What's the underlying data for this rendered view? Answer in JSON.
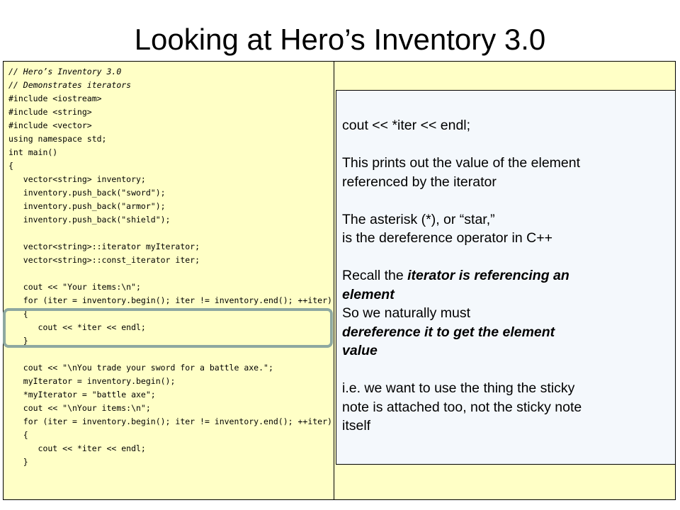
{
  "slide": {
    "title": "Looking at Hero’s Inventory 3.0"
  },
  "code": {
    "lines": [
      {
        "text": "// Hero’s Inventory 3.0",
        "comment": true
      },
      {
        "text": "// Demonstrates iterators",
        "comment": true
      },
      {
        "text": "#include <iostream>"
      },
      {
        "text": "#include <string>"
      },
      {
        "text": "#include <vector>"
      },
      {
        "text": "using namespace std;"
      },
      {
        "text": "int main()"
      },
      {
        "text": "{"
      },
      {
        "text": "   vector<string> inventory;"
      },
      {
        "text": "   inventory.push_back(\"sword\");"
      },
      {
        "text": "   inventory.push_back(\"armor\");"
      },
      {
        "text": "   inventory.push_back(\"shield\");"
      },
      {
        "text": ""
      },
      {
        "text": "   vector<string>::iterator myIterator;"
      },
      {
        "text": "   vector<string>::const_iterator iter;"
      },
      {
        "text": ""
      },
      {
        "text": "   cout << \"Your items:\\n\";"
      },
      {
        "text": "   for (iter = inventory.begin(); iter != inventory.end(); ++iter)"
      },
      {
        "text": "   {"
      },
      {
        "text": "      cout << *iter << endl;"
      },
      {
        "text": "   }"
      },
      {
        "text": ""
      },
      {
        "text": "   cout << \"\\nYou trade your sword for a battle axe.\";"
      },
      {
        "text": "   myIterator = inventory.begin();"
      },
      {
        "text": "   *myIterator = \"battle axe\";"
      },
      {
        "text": "   cout << \"\\nYour items:\\n\";"
      },
      {
        "text": "   for (iter = inventory.begin(); iter != inventory.end(); ++iter)"
      },
      {
        "text": "   {"
      },
      {
        "text": "      cout << *iter << endl;"
      },
      {
        "text": "   }"
      }
    ],
    "right_fragments": [
      ")",
      ")",
      ")"
    ]
  },
  "note": {
    "line1": "cout << *iter << endl;",
    "para2_line1": "This prints out the value of the element",
    "para2_line2": "referenced by the iterator",
    "para3_line1": "The asterisk (*), or “star,”",
    "para3_line2": "is the dereference operator in C++",
    "para4_prefix": "Recall the ",
    "para4_em1": "iterator is referencing an",
    "para4_em2": "element",
    "para4_line3": "So we naturally must",
    "para4_em3": "dereference it to get the element",
    "para4_em4": "value",
    "para5_line1": "i.e. we want to use the thing the sticky",
    "para5_line2": "note is attached too, not the sticky note",
    "para5_line3": "itself"
  }
}
